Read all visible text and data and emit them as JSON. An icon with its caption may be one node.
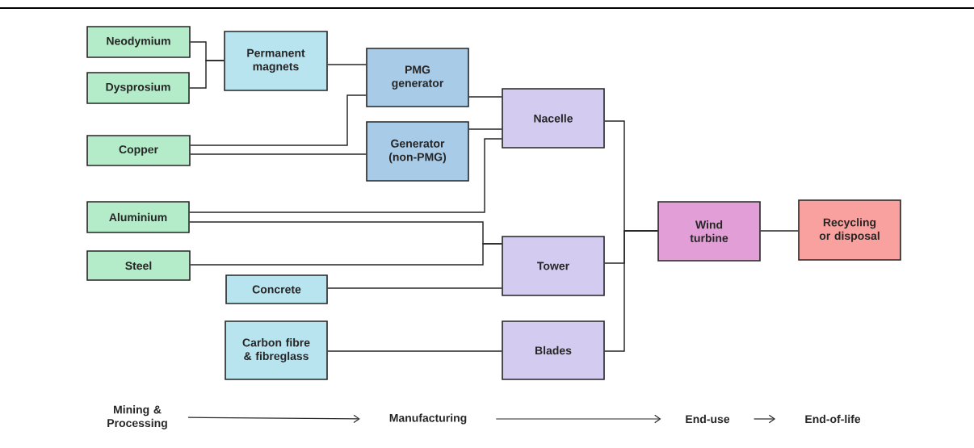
{
  "diagram": {
    "nodes": [
      {
        "text": [
          "Neodymium"
        ]
      },
      {
        "text": [
          "Dysprosium"
        ]
      },
      {
        "text": [
          "Permanent magnets"
        ]
      },
      {
        "text": [
          "PMG generator"
        ]
      },
      {
        "text": [
          "Copper"
        ]
      },
      {
        "text": [
          "Generator (non-PMG)"
        ]
      },
      {
        "text": [
          "Nacelle"
        ]
      },
      {
        "text": [
          "Aluminium"
        ]
      },
      {
        "text": [
          "Steel"
        ]
      },
      {
        "text": [
          "Concrete"
        ]
      },
      {
        "text": [
          "Tower"
        ]
      },
      {
        "text": [
          "Carbon fibre & fibreglass"
        ]
      },
      {
        "text": [
          "Blades"
        ]
      },
      {
        "text": [
          "Wind turbine"
        ]
      },
      {
        "text": [
          "Recycling or disposal"
        ]
      },
      {
        "text": [
          "Mining & Processing"
        ]
      },
      {
        "text": [
          "Manufacturing"
        ]
      },
      {
        "text": [
          "End-use"
        ]
      },
      {
        "text": [
          "End-of-life"
        ]
      }
    ],
    "edges": [
      {
        "from": 0,
        "to": 2,
        "arrow": "none"
      },
      {
        "from": 1,
        "to": 2,
        "arrow": "none"
      },
      {
        "from": 2,
        "to": 3,
        "arrow": "none"
      },
      {
        "from": 4,
        "to": 3,
        "arrow": "none"
      },
      {
        "from": 4,
        "to": 5,
        "arrow": "none"
      },
      {
        "from": 3,
        "to": 6,
        "arrow": "none"
      },
      {
        "from": 5,
        "to": 6,
        "arrow": "none"
      },
      {
        "from": 7,
        "to": 6,
        "arrow": "none"
      },
      {
        "from": 7,
        "to": 10,
        "arrow": "none"
      },
      {
        "from": 8,
        "to": 10,
        "arrow": "none"
      },
      {
        "from": 9,
        "to": 10,
        "arrow": "none"
      },
      {
        "from": 11,
        "to": 12,
        "arrow": "none"
      },
      {
        "from": 6,
        "to": 13,
        "arrow": "none"
      },
      {
        "from": 10,
        "to": 13,
        "arrow": "none"
      },
      {
        "from": 12,
        "to": 13,
        "arrow": "none"
      },
      {
        "from": 13,
        "to": 14,
        "arrow": "none"
      },
      {
        "from": 15,
        "to": 16,
        "arrow": "to"
      },
      {
        "from": 16,
        "to": 17,
        "arrow": "to"
      },
      {
        "from": 17,
        "to": 18,
        "arrow": "to"
      }
    ]
  }
}
